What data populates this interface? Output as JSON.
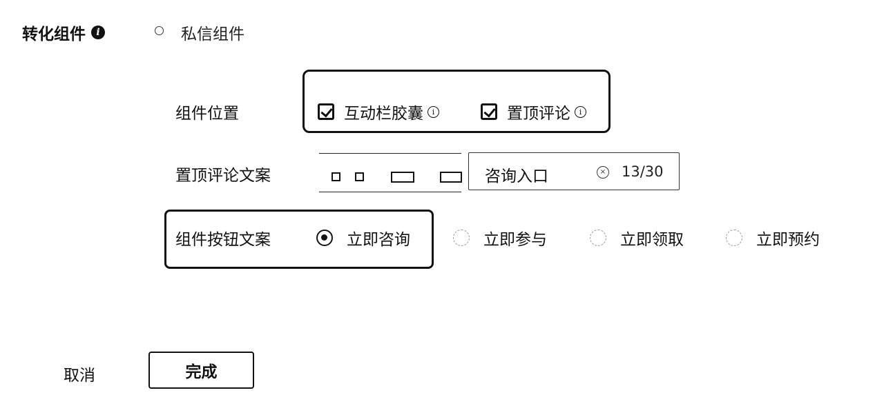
{
  "header": {
    "title": "转化组件",
    "info_icon": "info-icon",
    "private_msg_label": "私信组件"
  },
  "position": {
    "label": "组件位置",
    "options": [
      {
        "label": "互动栏胶囊",
        "checked": true
      },
      {
        "label": "置顶评论",
        "checked": true
      }
    ]
  },
  "comment": {
    "label": "置顶评论文案",
    "value": "咨询入口",
    "counter": "13/30"
  },
  "button_text": {
    "label": "组件按钮文案",
    "options": [
      {
        "label": "立即咨询",
        "selected": true
      },
      {
        "label": "立即参与",
        "selected": false
      },
      {
        "label": "立即领取",
        "selected": false
      },
      {
        "label": "立即预约",
        "selected": false
      }
    ]
  },
  "footer": {
    "cancel_label": "取消",
    "done_label": "完成"
  }
}
